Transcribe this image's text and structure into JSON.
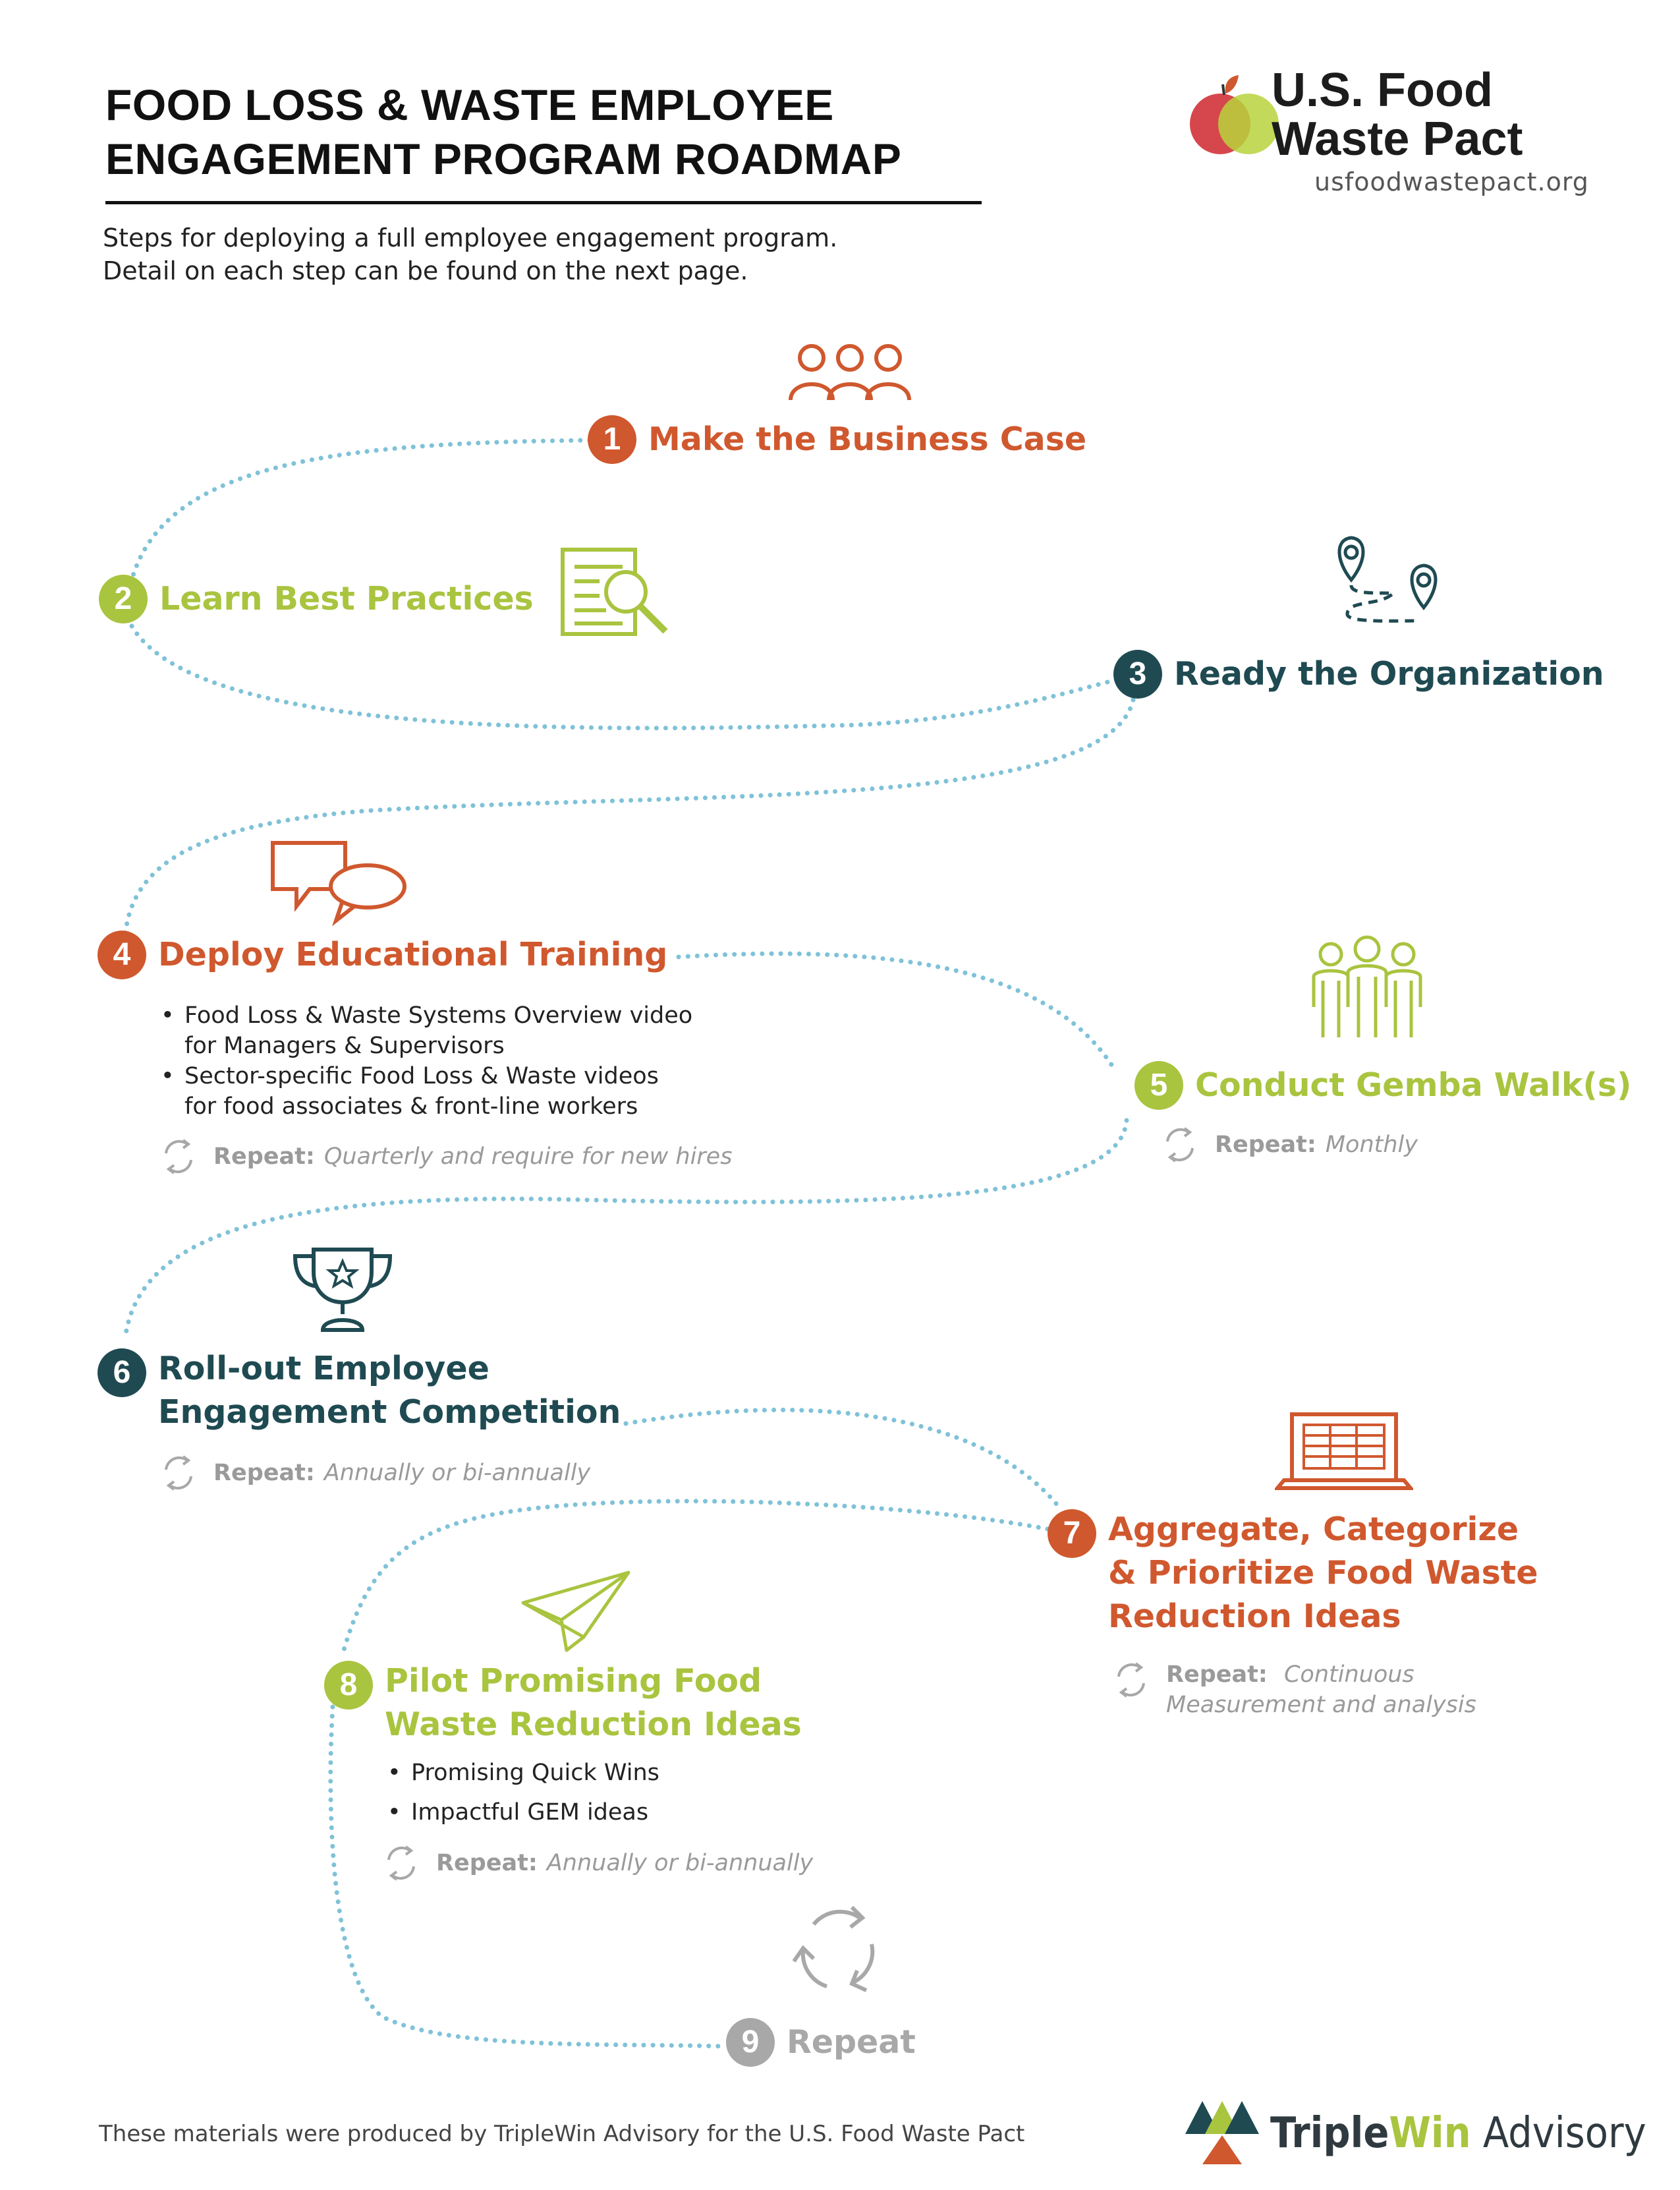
{
  "header": {
    "title_line1": "FOOD LOSS & WASTE EMPLOYEE",
    "title_line2": "ENGAGEMENT PROGRAM ROADMAP",
    "subtitle_line1": "Steps for deploying a full employee engagement program.",
    "subtitle_line2": "Detail on each step can be found on the next page."
  },
  "logo": {
    "line1": "U.S. Food",
    "line2": "Waste Pact",
    "url": "usfoodwastepact.org",
    "icon": "apple-icon"
  },
  "colors": {
    "orange": "#d0582e",
    "green": "#a9c43f",
    "navy": "#1f4a52",
    "grey": "#a8a8a8",
    "path": "#7fc2d8"
  },
  "repeat_label": "Repeat:",
  "steps": [
    {
      "num": "1",
      "title": "Make the Business Case",
      "icon": "people-group-icon"
    },
    {
      "num": "2",
      "title": "Learn Best Practices",
      "icon": "document-magnifier-icon"
    },
    {
      "num": "3",
      "title": "Ready the Organization",
      "icon": "map-route-icon"
    },
    {
      "num": "4",
      "title": "Deploy Educational Training",
      "icon": "speech-bubbles-icon",
      "bullets": [
        "Food Loss & Waste Systems Overview video",
        "for Managers & Supervisors",
        "Sector-specific Food Loss & Waste videos",
        "for food associates & front-line workers"
      ],
      "repeat": "Quarterly and require for new hires"
    },
    {
      "num": "5",
      "title": "Conduct Gemba Walk(s)",
      "icon": "workers-group-icon",
      "repeat": "Monthly"
    },
    {
      "num": "6",
      "title_line1": "Roll-out Employee",
      "title_line2": "Engagement Competition",
      "icon": "trophy-icon",
      "repeat": "Annually or bi-annually"
    },
    {
      "num": "7",
      "title_line1": "Aggregate, Categorize",
      "title_line2": "& Prioritize Food Waste",
      "title_line3": "Reduction Ideas",
      "icon": "laptop-spreadsheet-icon",
      "repeat_line1": "Continuous",
      "repeat_line2": "Measurement and analysis"
    },
    {
      "num": "8",
      "title_line1": "Pilot Promising Food",
      "title_line2": "Waste Reduction Ideas",
      "icon": "paper-plane-icon",
      "bullets": [
        "Promising Quick Wins",
        "Impactful GEM ideas"
      ],
      "repeat": "Annually or bi-annually"
    },
    {
      "num": "9",
      "title": "Repeat",
      "icon": "recycle-arrows-icon"
    }
  ],
  "footer": {
    "credit": "These materials were produced by TripleWin Advisory for the U.S. Food Waste Pact",
    "brand_part1": "Triple",
    "brand_part2": "Win",
    "brand_part3": " Advisory",
    "brand_icon": "triple-trees-icon"
  }
}
